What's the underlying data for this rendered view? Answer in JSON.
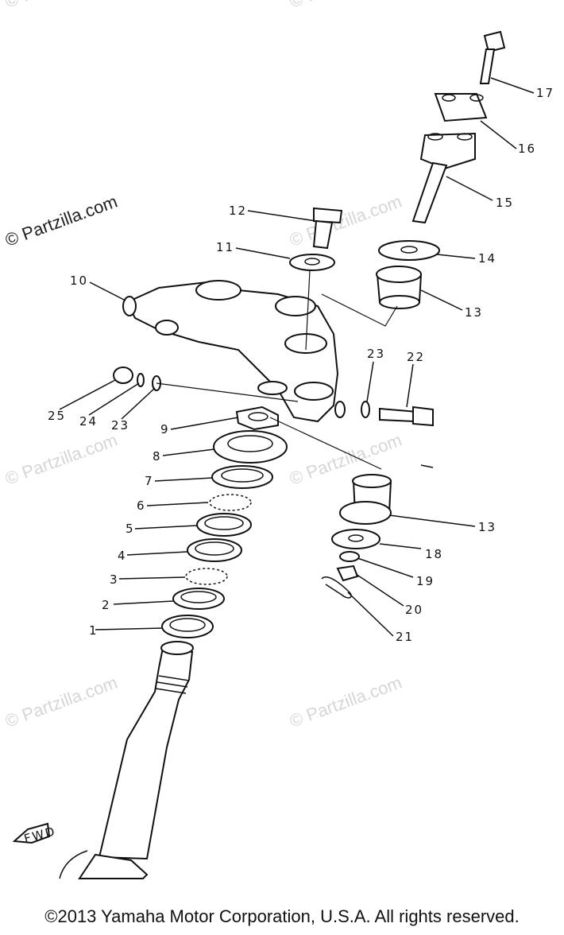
{
  "watermarks": [
    {
      "text": "© Partzilla.com",
      "dark": true
    },
    {
      "text": "© Partzilla.com",
      "dark": false
    },
    {
      "text": "© Partzilla.com",
      "dark": false
    },
    {
      "text": "© Partzilla.com",
      "dark": false
    },
    {
      "text": "© Partzilla.com",
      "dark": false
    },
    {
      "text": "© Partzilla.com",
      "dark": false
    },
    {
      "text": "© Partzilla.com",
      "dark": false
    },
    {
      "text": "© Partzilla.com",
      "dark": false
    }
  ],
  "callouts": [
    "1",
    "2",
    "3",
    "4",
    "5",
    "6",
    "7",
    "8",
    "9",
    "10",
    "11",
    "12",
    "13",
    "14",
    "15",
    "16",
    "17",
    "18",
    "19",
    "20",
    "21",
    "22",
    "23",
    "24",
    "25",
    "23",
    "13"
  ],
  "fwd_label": "FWD",
  "copyright": "©2013 Yamaha Motor Corporation, U.S.A. All rights reserved."
}
